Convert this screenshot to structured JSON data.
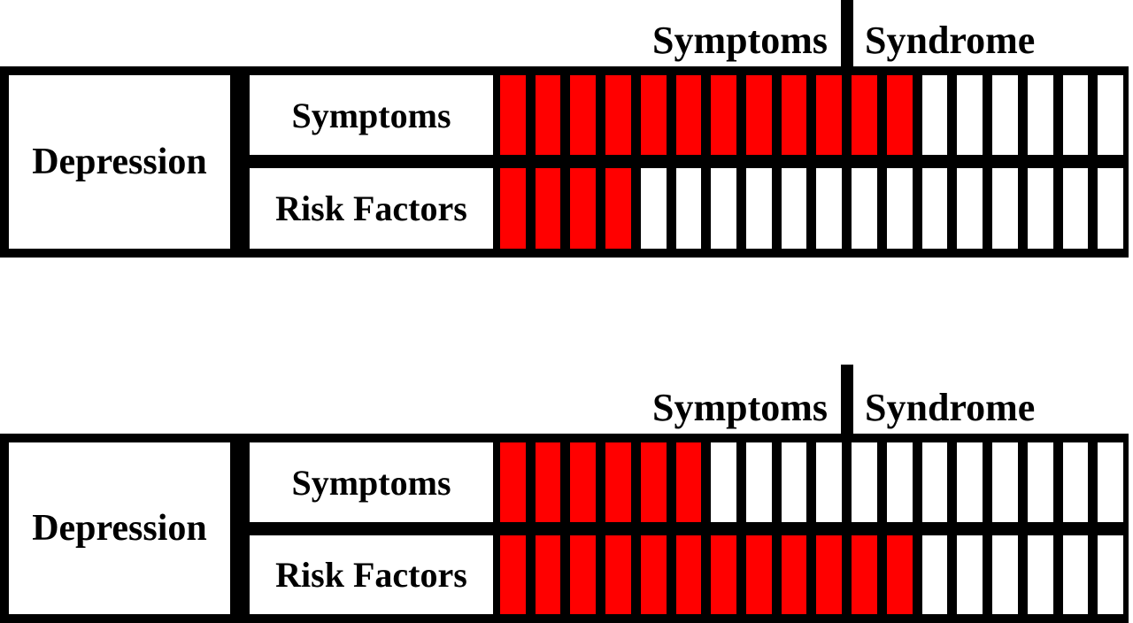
{
  "palette": {
    "filled": "#FF0000",
    "empty": "#FFFFFF",
    "line": "#000000",
    "background": "#FFFFFF"
  },
  "figures": [
    {
      "name": "top-figure",
      "header": {
        "zone_left": "Symptoms",
        "zone_right": "Syndrome"
      },
      "group_label": "Depression",
      "total_cells": 18,
      "threshold_after_cell": 10,
      "rows": [
        {
          "label": "Symptoms",
          "filled_cells": 12
        },
        {
          "label": "Risk Factors",
          "filled_cells": 4
        }
      ]
    },
    {
      "name": "bottom-figure",
      "header": {
        "zone_left": "Symptoms",
        "zone_right": "Syndrome"
      },
      "group_label": "Depression",
      "total_cells": 18,
      "threshold_after_cell": 10,
      "rows": [
        {
          "label": "Symptoms",
          "filled_cells": 6
        },
        {
          "label": "Risk Factors",
          "filled_cells": 12
        }
      ]
    }
  ]
}
